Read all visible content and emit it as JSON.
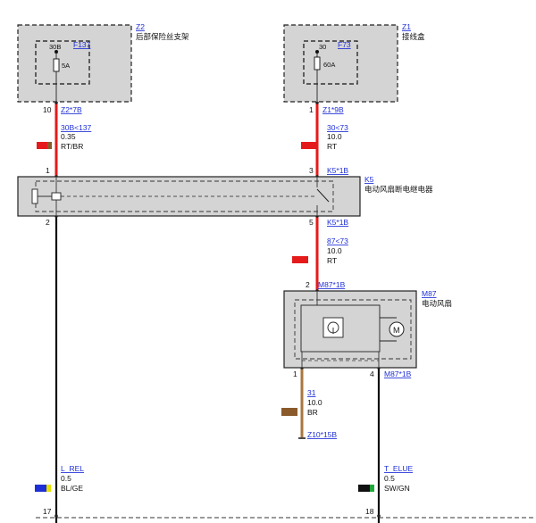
{
  "modules": {
    "z2": {
      "id": "Z2",
      "name": "后部保险丝支架",
      "fuse": "F137",
      "pin": "30B",
      "rating": "5A"
    },
    "z1": {
      "id": "Z1",
      "name": "接线盒",
      "fuse": "F73",
      "pin": "30",
      "rating": "60A"
    },
    "k5": {
      "id": "K5",
      "name": "电动风扇断电继电器"
    },
    "m87": {
      "id": "M87",
      "name": "电动风扇"
    }
  },
  "pins": {
    "z2_out": {
      "num": "10",
      "conn": "Z2*7B"
    },
    "z1_out": {
      "num": "1",
      "conn": "Z1*9B"
    },
    "k5_in_left": {
      "num": "1"
    },
    "k5_in_right": {
      "num": "3",
      "conn": "K5*1B"
    },
    "k5_out_left": {
      "num": "2"
    },
    "k5_out_right": {
      "num": "5",
      "conn": "K5*1B"
    },
    "m87_in": {
      "num": "2",
      "conn": "M87*1B"
    },
    "m87_out_left": {
      "num": "1"
    },
    "m87_out_right": {
      "num": "4",
      "conn": "M87*1B"
    },
    "bottom_left": {
      "num": "17"
    },
    "bottom_right": {
      "num": "18"
    }
  },
  "wires": {
    "w1": {
      "signal": "30B<137",
      "gauge": "0.35",
      "color_code": "RT/BR",
      "swatch": [
        "#e51b1b",
        "#8b5a2b"
      ]
    },
    "w2": {
      "signal": "30<73",
      "gauge": "10.0",
      "color_code": "RT",
      "swatch": [
        "#e51b1b"
      ]
    },
    "w3": {
      "signal": "87<73",
      "gauge": "10.0",
      "color_code": "RT",
      "swatch": [
        "#e51b1b"
      ]
    },
    "w4": {
      "signal": "31",
      "gauge": "10.0",
      "color_code": "BR",
      "swatch": [
        "#8b5a2b"
      ]
    },
    "w5": {
      "signal": "L_REL",
      "gauge": "0.5",
      "color_code": "BL/GE",
      "swatch": [
        "#1f2fd6",
        "#e8e000"
      ]
    },
    "w6": {
      "signal": "T_ELUE",
      "gauge": "0.5",
      "color_code": "SW/GN",
      "swatch": [
        "#111111",
        "#1fa83a"
      ]
    }
  },
  "ground": {
    "conn": "Z10*15B"
  },
  "colors": {
    "red_wire": "#e51b1b",
    "brown_wire": "#a8773f",
    "black_wire": "#111111",
    "box_fill": "#d4d4d4",
    "link": "#1f2fd6"
  }
}
